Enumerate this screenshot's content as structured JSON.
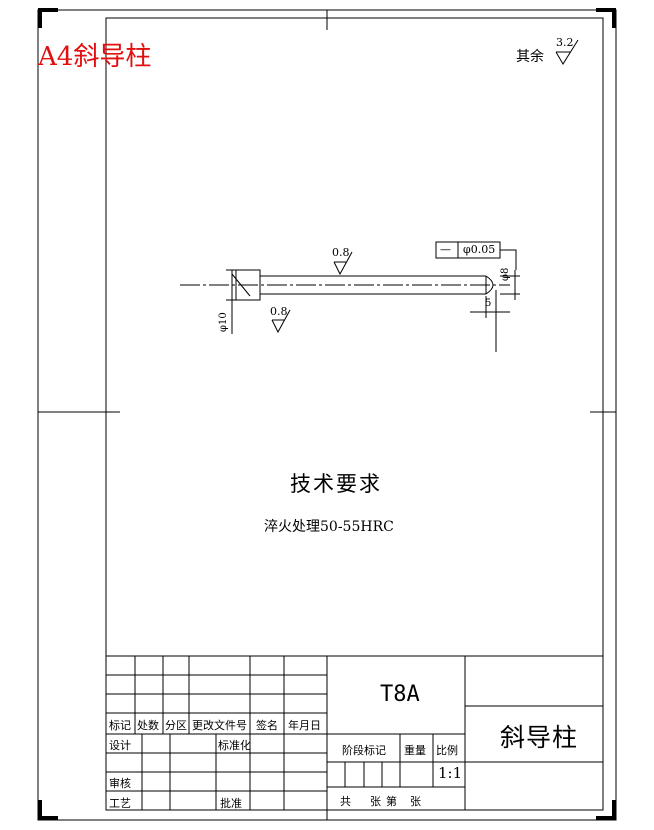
{
  "sheet_label": "A4斜导柱",
  "surface_finish": {
    "other_label": "其余",
    "other_value": "3.2",
    "shaft_value_top": "0.8",
    "shaft_value_bottom": "0.8"
  },
  "dimensions": {
    "tolerance_symbol": "—",
    "tolerance_value": "φ0.05",
    "dia_shaft": "φ8",
    "dia_head": "φ10",
    "length_5": "5"
  },
  "technical_requirements": {
    "title": "技术要求",
    "note": "淬火处理50-55HRC"
  },
  "title_block": {
    "material": "T8A",
    "part_name": "斜导柱",
    "headers": {
      "mark": "标记",
      "count": "处数",
      "zone": "分区",
      "change_doc": "更改文件号",
      "signature": "签名",
      "date": "年月日"
    },
    "rows": {
      "design": "设计",
      "standardize": "标准化",
      "review": "审核",
      "process": "工艺",
      "approve": "批准"
    },
    "stage_mark": "阶段标记",
    "weight": "重量",
    "ratio": "比例",
    "scale_value": "1:1",
    "sheets": {
      "total": "共",
      "sheet_unit": "张",
      "number": "第",
      "sheet_unit2": "张"
    }
  },
  "colors": {
    "label_red": "#e01010",
    "line": "#000000"
  }
}
